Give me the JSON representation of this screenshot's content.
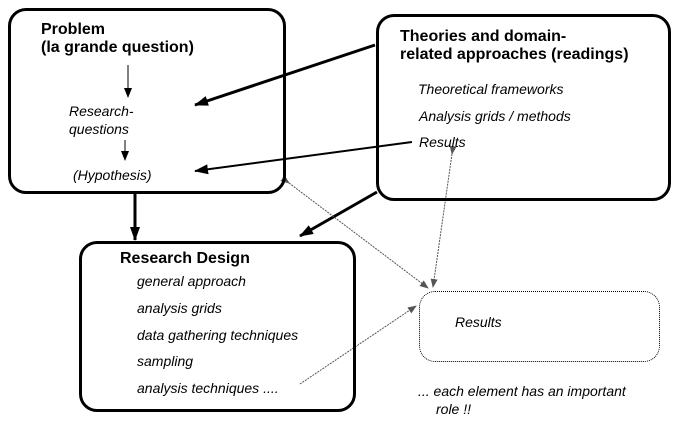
{
  "problem": {
    "title_line1": "Problem",
    "title_line2": "(la grande question)",
    "item1_line1": "Research-",
    "item1_line2": "questions",
    "item2": "(Hypothesis)"
  },
  "theories": {
    "title_line1": "Theories and domain-",
    "title_line2": "related approaches (readings)",
    "items": [
      "Theoretical frameworks",
      "Analysis grids / methods",
      "Results"
    ]
  },
  "design": {
    "title": "Research Design",
    "items": [
      "general approach",
      "analysis grids",
      "data gathering techniques",
      "sampling",
      "analysis techniques ...."
    ]
  },
  "results": {
    "label": "Results"
  },
  "note": {
    "line1": "... each element has an important",
    "line2": "role !!"
  }
}
